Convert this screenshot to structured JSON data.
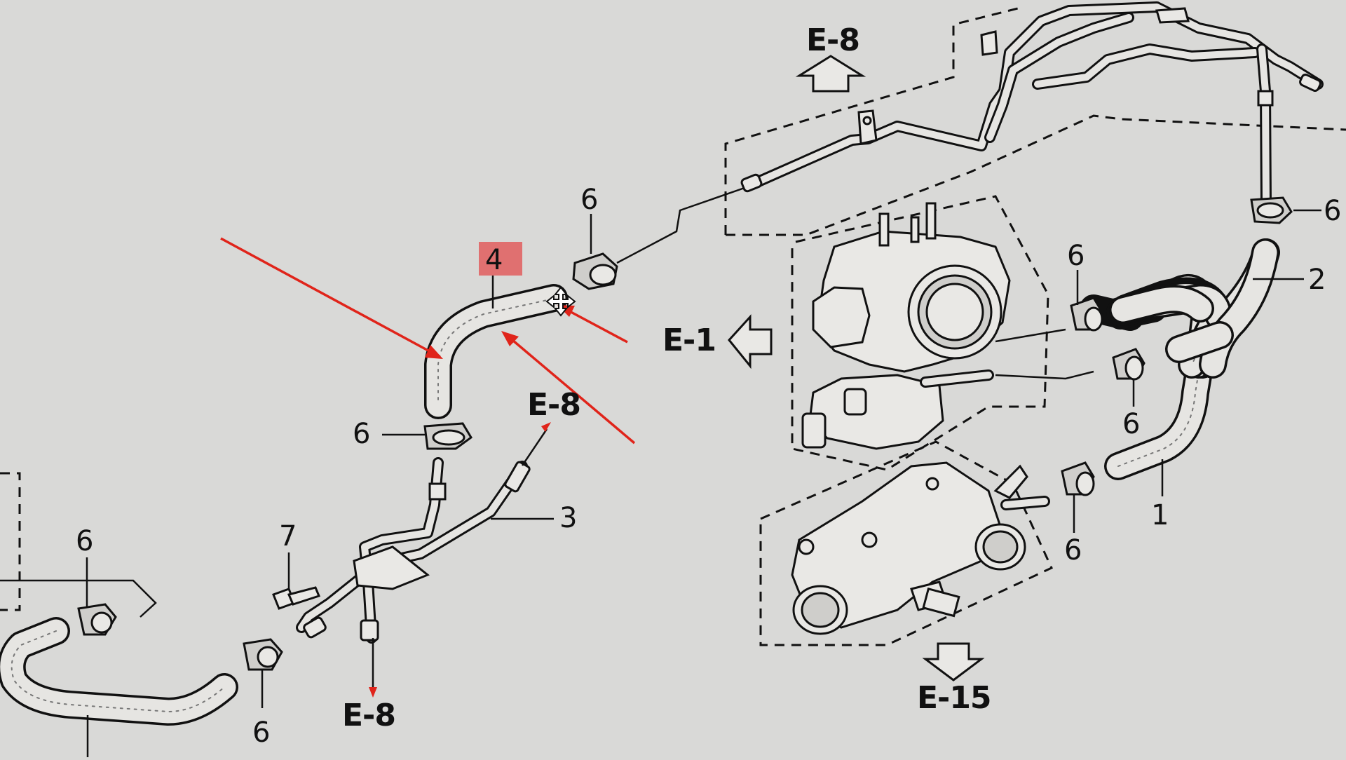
{
  "callouts": {
    "c1": "1",
    "c2": "2",
    "c3": "3",
    "c4": "4",
    "c6": "6",
    "c7": "7"
  },
  "references": {
    "e1": "E-1",
    "e8": "E-8",
    "e15": "E-15",
    "e8_partial": "E-8"
  },
  "colors": {
    "highlight": "#e07070",
    "arrow": "#e0241a",
    "line": "#111111",
    "paper": "#d9d9d7"
  },
  "icons": [
    "move-cursor-icon",
    "clamp-icon",
    "bolt-icon"
  ]
}
